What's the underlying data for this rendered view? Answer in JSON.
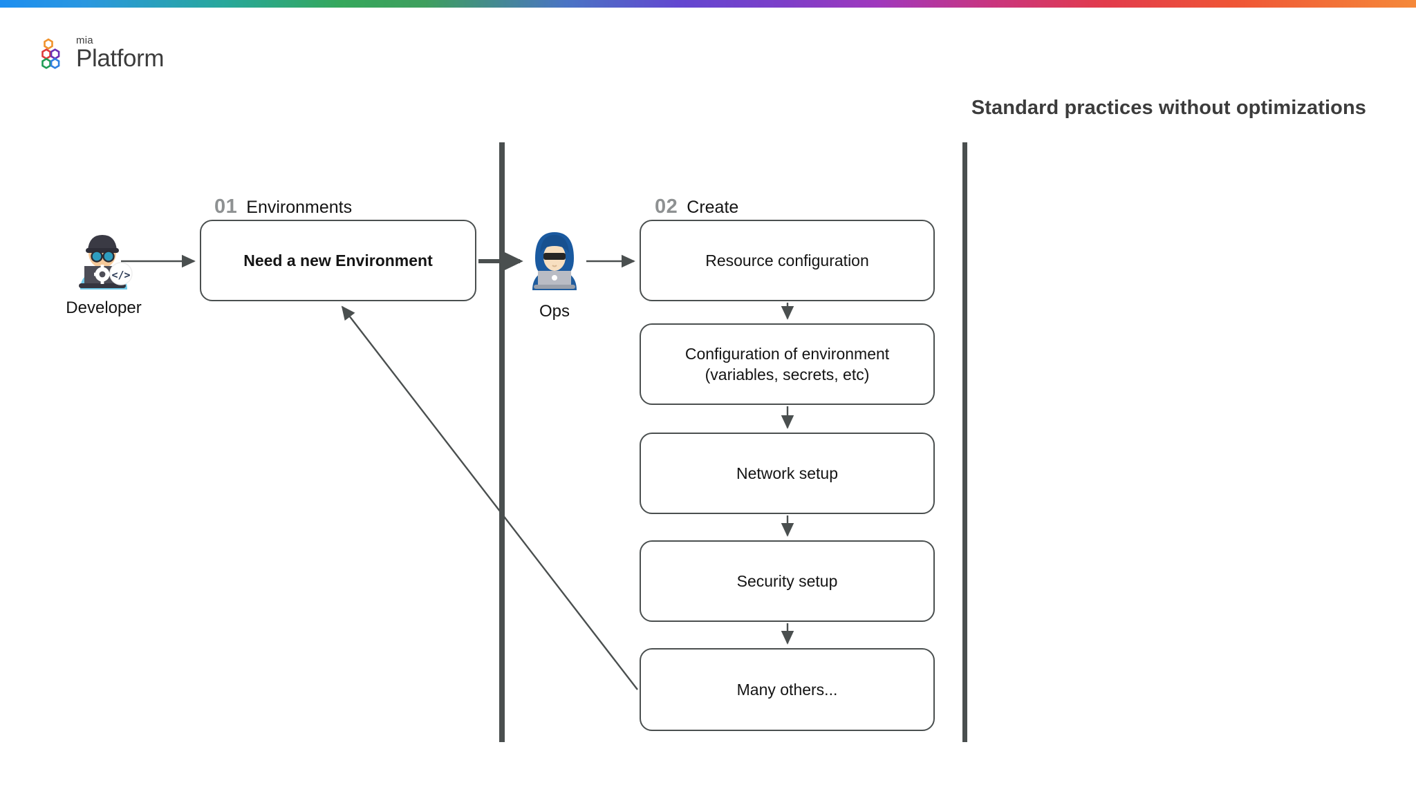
{
  "brand": {
    "logo_small_text": "mia",
    "logo_main_text": "Platform",
    "logo_icon": "hexagon-cluster-icon",
    "hex_colors": [
      "#f0922b",
      "#e03a3a",
      "#6b2fb5",
      "#1f9d55",
      "#2f7fe0"
    ],
    "accent_gradient_start": "#1d8ef0",
    "accent_gradient_end": "#f5893a"
  },
  "heading": {
    "title": "Standard practices without optimizations"
  },
  "actors": [
    {
      "id": "developer",
      "label": "Developer",
      "icon": "developer-avatar-icon"
    },
    {
      "id": "ops",
      "label": "Ops",
      "icon": "ops-avatar-icon"
    }
  ],
  "sections": [
    {
      "number": "01",
      "title": "Environments"
    },
    {
      "number": "02",
      "title": "Create"
    }
  ],
  "nodes": [
    {
      "id": "need",
      "label": "Need a new Environment",
      "lane": 1
    },
    {
      "id": "resource",
      "label": "Resource configuration",
      "lane": 2
    },
    {
      "id": "configenv",
      "line1": "Configuration of environment",
      "line2": "(variables, secrets, etc)",
      "lane": 2
    },
    {
      "id": "network",
      "label": "Network setup",
      "lane": 2
    },
    {
      "id": "security",
      "label": "Security setup",
      "lane": 2
    },
    {
      "id": "many",
      "label": "Many others...",
      "lane": 2
    }
  ],
  "connectors": [
    {
      "from": "developer",
      "to": "need",
      "type": "arrow-right"
    },
    {
      "from": "need",
      "to": "ops",
      "type": "arrow-right-thick"
    },
    {
      "from": "ops",
      "to": "resource",
      "type": "arrow-right"
    },
    {
      "from": "resource",
      "to": "configenv",
      "type": "arrow-down"
    },
    {
      "from": "configenv",
      "to": "network",
      "type": "arrow-down"
    },
    {
      "from": "network",
      "to": "security",
      "type": "arrow-down"
    },
    {
      "from": "security",
      "to": "many",
      "type": "arrow-down"
    },
    {
      "from": "many",
      "to": "need",
      "type": "arrow-diagonal-feedback"
    }
  ],
  "colors": {
    "stroke": "#4a4f4f",
    "text": "#141414",
    "muted": "#8e9192",
    "heading": "#3c3c3c"
  }
}
